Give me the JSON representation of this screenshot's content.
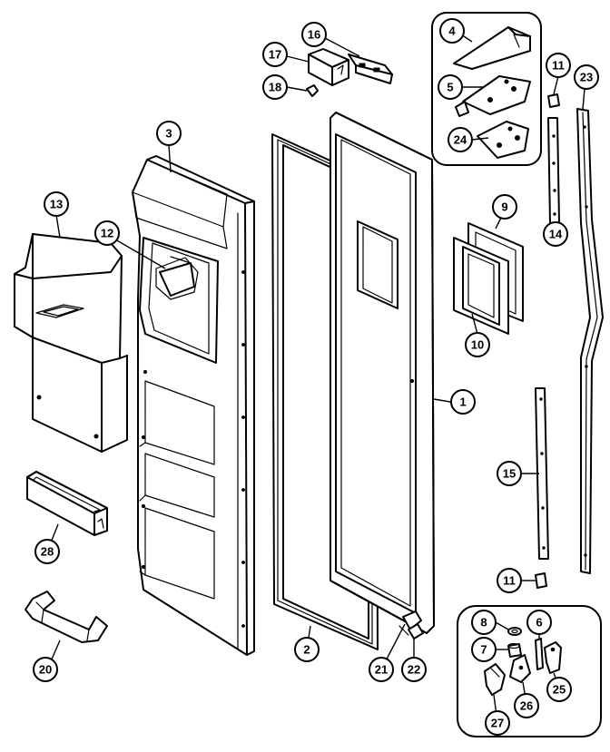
{
  "callouts": [
    {
      "id": "c1",
      "label": "1"
    },
    {
      "id": "c2",
      "label": "2"
    },
    {
      "id": "c3",
      "label": "3"
    },
    {
      "id": "c4",
      "label": "4"
    },
    {
      "id": "c5",
      "label": "5"
    },
    {
      "id": "c6",
      "label": "6"
    },
    {
      "id": "c7",
      "label": "7"
    },
    {
      "id": "c8",
      "label": "8"
    },
    {
      "id": "c9",
      "label": "9"
    },
    {
      "id": "c10",
      "label": "10"
    },
    {
      "id": "c11a",
      "label": "11"
    },
    {
      "id": "c11b",
      "label": "11"
    },
    {
      "id": "c12",
      "label": "12"
    },
    {
      "id": "c13",
      "label": "13"
    },
    {
      "id": "c14",
      "label": "14"
    },
    {
      "id": "c15",
      "label": "15"
    },
    {
      "id": "c16",
      "label": "16"
    },
    {
      "id": "c17",
      "label": "17"
    },
    {
      "id": "c18",
      "label": "18"
    },
    {
      "id": "c20",
      "label": "20"
    },
    {
      "id": "c21",
      "label": "21"
    },
    {
      "id": "c22",
      "label": "22"
    },
    {
      "id": "c23",
      "label": "23"
    },
    {
      "id": "c24",
      "label": "24"
    },
    {
      "id": "c25",
      "label": "25"
    },
    {
      "id": "c26",
      "label": "26"
    },
    {
      "id": "c27",
      "label": "27"
    },
    {
      "id": "c28",
      "label": "28"
    }
  ]
}
